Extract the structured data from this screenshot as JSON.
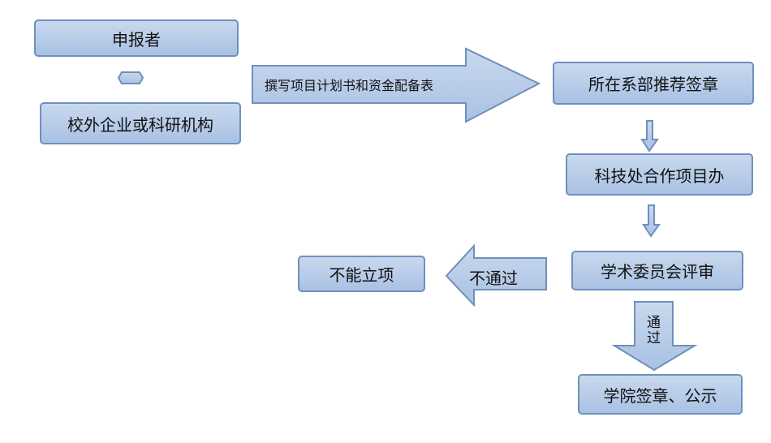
{
  "nodes": {
    "applicant": "申报者",
    "partner": "校外企业或科研机构",
    "department": "所在系部推荐签章",
    "office": "科技处合作项目办",
    "committee": "学术委员会评审",
    "reject": "不能立项",
    "publish": "学院签章、公示"
  },
  "arrows": {
    "write_plan": "撰写项目计划书和资金配备表",
    "not_pass": "不通过",
    "pass_line1": "通",
    "pass_line2": "过"
  },
  "colors": {
    "box_fill_top": "#c9d9ee",
    "box_fill_bottom": "#a9c1e3",
    "border": "#6f90bd"
  }
}
